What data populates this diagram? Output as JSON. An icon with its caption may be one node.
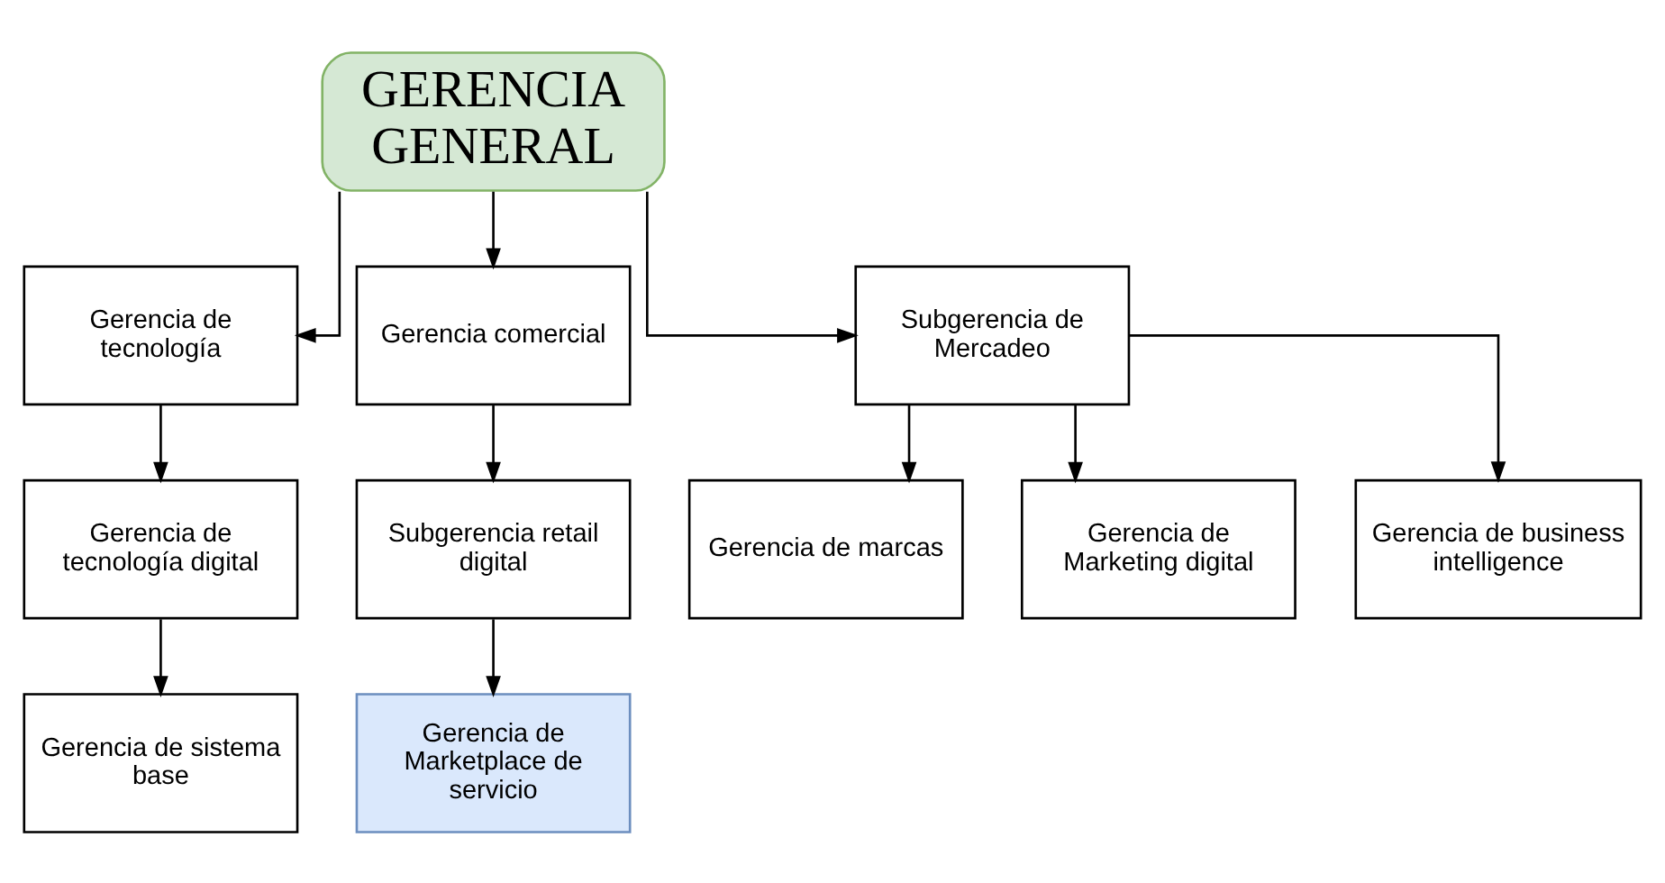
{
  "diagram": {
    "nodes": [
      {
        "text": [
          "GERENCIA GENERAL"
        ]
      },
      {
        "text": [
          "Gerencia de tecnología"
        ]
      },
      {
        "text": [
          "Gerencia comercial"
        ]
      },
      {
        "text": [
          "Subgerencia de Mercadeo"
        ]
      },
      {
        "text": [
          "Gerencia de tecnología digital"
        ]
      },
      {
        "text": [
          "Gerencia de sistema base"
        ]
      },
      {
        "text": [
          "Subgerencia retail digital"
        ]
      },
      {
        "text": [
          "Gerencia de Marketplace de servicio"
        ]
      },
      {
        "text": [
          "Gerencia de marcas"
        ]
      },
      {
        "text": [
          "Gerencia de Marketing digital"
        ]
      },
      {
        "text": [
          "Gerencia de business intelligence"
        ]
      }
    ],
    "edges": [
      {
        "from": 0,
        "to": 1,
        "arrow": "to"
      },
      {
        "from": 0,
        "to": 2,
        "arrow": "to"
      },
      {
        "from": 0,
        "to": 3,
        "arrow": "to"
      },
      {
        "from": 1,
        "to": 4,
        "arrow": "to"
      },
      {
        "from": 4,
        "to": 5,
        "arrow": "to"
      },
      {
        "from": 2,
        "to": 6,
        "arrow": "to"
      },
      {
        "from": 6,
        "to": 7,
        "arrow": "to"
      },
      {
        "from": 3,
        "to": 8,
        "arrow": "to"
      },
      {
        "from": 3,
        "to": 9,
        "arrow": "to"
      },
      {
        "from": 3,
        "to": 10,
        "arrow": "to"
      }
    ]
  }
}
